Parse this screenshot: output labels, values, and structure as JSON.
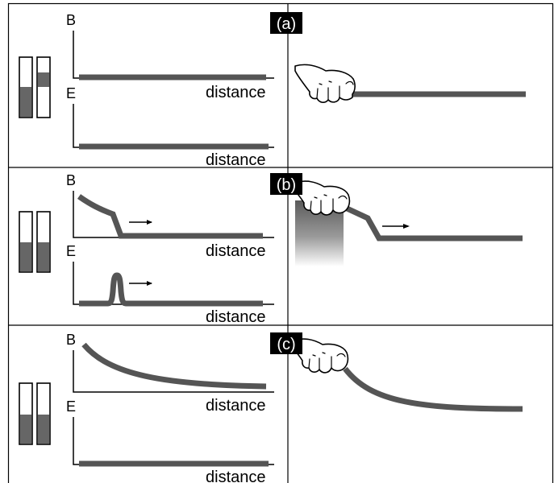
{
  "labels": {
    "b_axis": "B",
    "e_axis": "E",
    "distance": "distance"
  },
  "panels": [
    {
      "id": "a",
      "tag": "(a)",
      "tube_levels": [
        0.45,
        0.75
      ]
    },
    {
      "id": "b",
      "tag": "(b)",
      "tube_levels": [
        0.5,
        0.5
      ]
    },
    {
      "id": "c",
      "tag": "(c)",
      "tube_levels": [
        0.5,
        0.5
      ]
    }
  ],
  "colors": {
    "curve": "#555555",
    "tube_fill": "#666666",
    "tag_background": "#000000",
    "tag_text": "#ffffff",
    "frame": "#000000"
  },
  "icons": {
    "hand": "hand-pinching-rope-icon",
    "arrow": "right-arrow-icon",
    "tube": "level-tube-icon",
    "gradient": "fading-gradient-block"
  }
}
